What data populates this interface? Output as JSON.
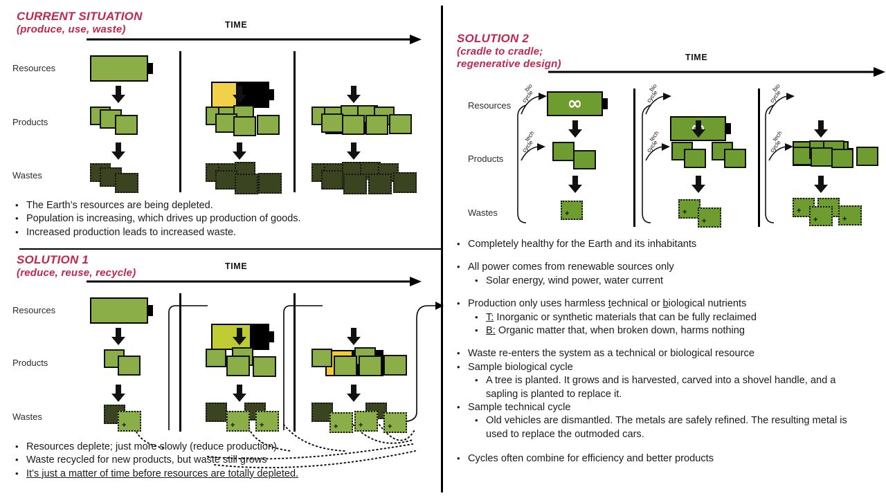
{
  "panels": {
    "current": {
      "title_line1": "CURRENT SITUATION",
      "title_line2": "(produce, use, waste)",
      "time_label": "TIME",
      "row_labels": [
        "Resources",
        "Products",
        "Wastes"
      ],
      "columns": [
        {
          "battery_fill_color": "#8CAE49",
          "battery_fill_percent": 100,
          "products_count": 3,
          "wastes_count": 3
        },
        {
          "battery_fill_color": "#F1D04A",
          "battery_fill_percent": 42,
          "products_count": 6,
          "wastes_count": 6
        },
        {
          "battery_fill_color": "#E02434",
          "battery_fill_percent": 10,
          "products_count": 9,
          "wastes_count": 9
        }
      ],
      "bullets": [
        "The Earth’s resources are being depleted.",
        "Population is increasing, which drives up production of goods.",
        "Increased production leads to increased waste."
      ]
    },
    "solution1": {
      "title_line1": "SOLUTION 1",
      "title_line2": "(reduce, reuse, recycle)",
      "time_label": "TIME",
      "row_labels": [
        "Resources",
        "Products",
        "Wastes"
      ],
      "columns": [
        {
          "battery_fill_color": "#8CAE49",
          "battery_fill_percent": 100,
          "products_count": 2,
          "wastes_dark": 1,
          "wastes_light": 1
        },
        {
          "battery_fill_color": "#BFCC33",
          "battery_fill_percent": 68,
          "products_count": 4,
          "wastes_dark": 1,
          "wastes_light": 2
        },
        {
          "battery_fill_color": "#F1C93A",
          "battery_fill_percent": 45,
          "products_count": 5,
          "wastes_dark": 2,
          "wastes_light": 3
        }
      ],
      "bullets": [
        {
          "text": "Resources deplete; just more slowly (reduce production)",
          "underline": false
        },
        {
          "text": "Waste recycled for new products, but waste still grows",
          "underline": false
        },
        {
          "text": "It’s just a matter of time before resources are totally depleted.",
          "underline": true
        }
      ]
    },
    "solution2": {
      "title_line1": "SOLUTION 2",
      "title_line2": "(cradle to cradle;",
      "title_line3": "regenerative design)",
      "time_label": "TIME",
      "row_labels": [
        "Resources",
        "Products",
        "Wastes"
      ],
      "cycle_labels": {
        "bio": [
          "bio",
          "cycle"
        ],
        "tech": [
          "tech",
          "cycle"
        ]
      },
      "battery_glyph": "∞",
      "columns": [
        {
          "battery_fill_color": "#6F9C30",
          "battery_fill_percent": 100,
          "products_count": 2,
          "wastes_count": 1
        },
        {
          "battery_fill_color": "#6F9C30",
          "battery_fill_percent": 100,
          "products_count": 4,
          "wastes_count": 2
        },
        {
          "battery_fill_color": "#6F9C30",
          "battery_fill_percent": 100,
          "products_count": 6,
          "wastes_count": 4
        }
      ],
      "bullets": [
        {
          "level": 0,
          "text": "Completely healthy for the Earth and its inhabitants",
          "gap_after": 14
        },
        {
          "level": 0,
          "text": "All power comes from renewable sources only",
          "gap_after": 0
        },
        {
          "level": 1,
          "text": "Solar energy, wind power, water current",
          "gap_after": 14
        },
        {
          "level": 0,
          "text": "Production only uses harmless technical or biological nutrients",
          "gap_after": 0,
          "underline_chars": [
            "t",
            "b"
          ]
        },
        {
          "level": 1,
          "text": "T: Inorganic or synthetic materials that can be fully reclaimed",
          "gap_after": 0,
          "underline_prefix": "T:"
        },
        {
          "level": 1,
          "text": "B: Organic matter that, when broken down, harms nothing",
          "gap_after": 14,
          "underline_prefix": "B:"
        },
        {
          "level": 0,
          "text": "Waste re-enters the system as a technical or biological resource",
          "gap_after": 0
        },
        {
          "level": 0,
          "text": "Sample biological cycle",
          "gap_after": 0
        },
        {
          "level": 1,
          "text": "A tree is planted. It grows and is harvested, carved into a shovel handle, and a sapling is planted to replace it.",
          "gap_after": 0
        },
        {
          "level": 0,
          "text": "Sample technical cycle",
          "gap_after": 0
        },
        {
          "level": 1,
          "text": "Old vehicles are dismantled. The metals are safely refined. The resulting metal is used to replace the outmoded cars.",
          "gap_after": 16
        },
        {
          "level": 0,
          "text": "Cycles often combine for efficiency and better products",
          "gap_after": 0
        }
      ]
    }
  },
  "colors": {
    "heading_red": "#C2264B",
    "product_green": "#8CAE49",
    "solution2_green": "#6F9C30",
    "waste_dark": "#3B4420",
    "battery_empty": "#000000",
    "ink": "#111111"
  },
  "bullet_glyph": "•"
}
